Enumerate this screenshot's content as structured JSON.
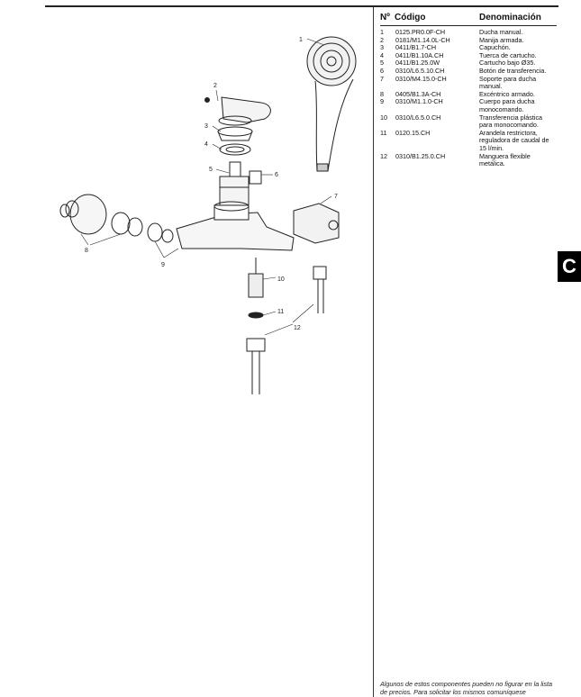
{
  "table": {
    "headers": {
      "n": "Nº",
      "codigo": "Código",
      "denominacion": "Denominación"
    },
    "rows": [
      {
        "n": "1",
        "codigo": "0125.PR0.0F-CH",
        "denominacion": "Ducha manual."
      },
      {
        "n": "2",
        "codigo": "0181/M1.14.0L-CH",
        "denominacion": "Manija armada."
      },
      {
        "n": "3",
        "codigo": "0411/B1.7-CH",
        "denominacion": "Capuchón."
      },
      {
        "n": "4",
        "codigo": "0411/B1.10A.CH",
        "denominacion": "Tuerca de cartucho."
      },
      {
        "n": "5",
        "codigo": "0411/B1.25.0W",
        "denominacion": "Cartucho bajo Ø35."
      },
      {
        "n": "6",
        "codigo": "0310/L6.5.10.CH",
        "denominacion": "Botón de transferencia."
      },
      {
        "n": "7",
        "codigo": "0310/M4.15.0-CH",
        "denominacion": "Soporte para ducha manual."
      },
      {
        "n": "8",
        "codigo": "0405/B1.3A-CH",
        "denominacion": "Excéntrico armado."
      },
      {
        "n": "9",
        "codigo": "0310/M1.1.0-CH",
        "denominacion": "Cuerpo para ducha monocomando."
      },
      {
        "n": "10",
        "codigo": "0310/L6.5.0.CH",
        "denominacion": "Transferencia plástica para monocomando."
      },
      {
        "n": "11",
        "codigo": "0120.15.CH",
        "denominacion": "Arandela restrictora, reguladora de caudal de 15 l/min."
      },
      {
        "n": "12",
        "codigo": "0310/B1.25.0.CH",
        "denominacion": "Manguera flexible metálica."
      }
    ]
  },
  "callouts": [
    "1",
    "2",
    "3",
    "4",
    "5",
    "6",
    "7",
    "8",
    "9",
    "10",
    "11",
    "12"
  ],
  "section_tab": "C",
  "footnote": "Algunos de estos componentes pueden no figurar en la lista de precios. Para solicitar los mismos comuníquese"
}
